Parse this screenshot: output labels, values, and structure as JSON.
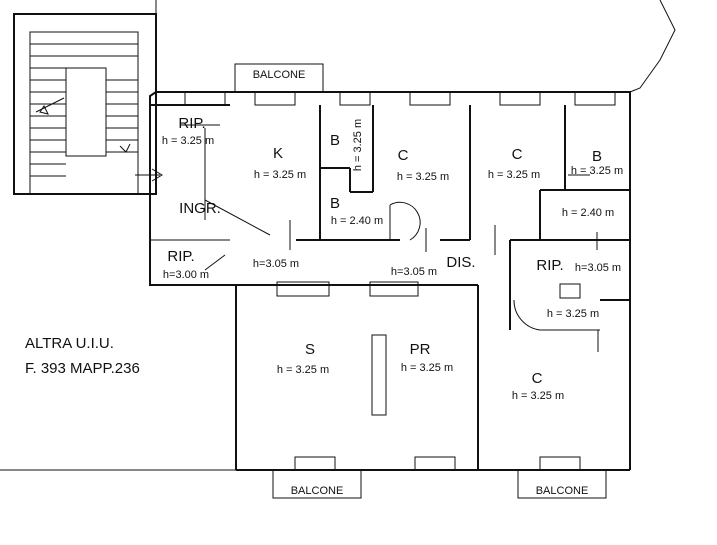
{
  "rooms": {
    "rip_top": {
      "label": "RIP.",
      "height": "h = 3.25 m"
    },
    "kitchen": {
      "label": "K",
      "height": "h = 3.25 m"
    },
    "bath_1": {
      "label": "B",
      "height": "h = 3.25 m"
    },
    "bath_2": {
      "label": "B",
      "height": "h = 2.40 m"
    },
    "bedroom_1": {
      "label": "C",
      "height": "h = 3.25 m"
    },
    "bedroom_2": {
      "label": "C",
      "height": "h = 3.25 m"
    },
    "bath_3": {
      "label": "B",
      "height": "h = 3.25 m"
    },
    "closet_right": {
      "label": "",
      "height": "h = 2.40 m"
    },
    "entrance": {
      "label": "INGR.",
      "height": "h=3.05 m"
    },
    "rip_left": {
      "label": "RIP.",
      "height": "h=3.00 m"
    },
    "hall": {
      "label": "DIS.",
      "height": "h=3.05 m"
    },
    "rip_right": {
      "label": "RIP.",
      "height": "h=3.05 m"
    },
    "rip_right_lower": {
      "label": "",
      "height": "h = 3.25 m"
    },
    "living": {
      "label": "S",
      "height": "h = 3.25 m"
    },
    "dining": {
      "label": "PR",
      "height": "h = 3.25 m"
    },
    "bedroom_3": {
      "label": "C",
      "height": "h = 3.25 m"
    }
  },
  "balconies": {
    "top": "BALCONE",
    "bottom_left": "BALCONE",
    "bottom_right": "BALCONE"
  },
  "other_unit": {
    "line1": "ALTRA U.I.U.",
    "line2": "F. 393 MAPP.236"
  }
}
